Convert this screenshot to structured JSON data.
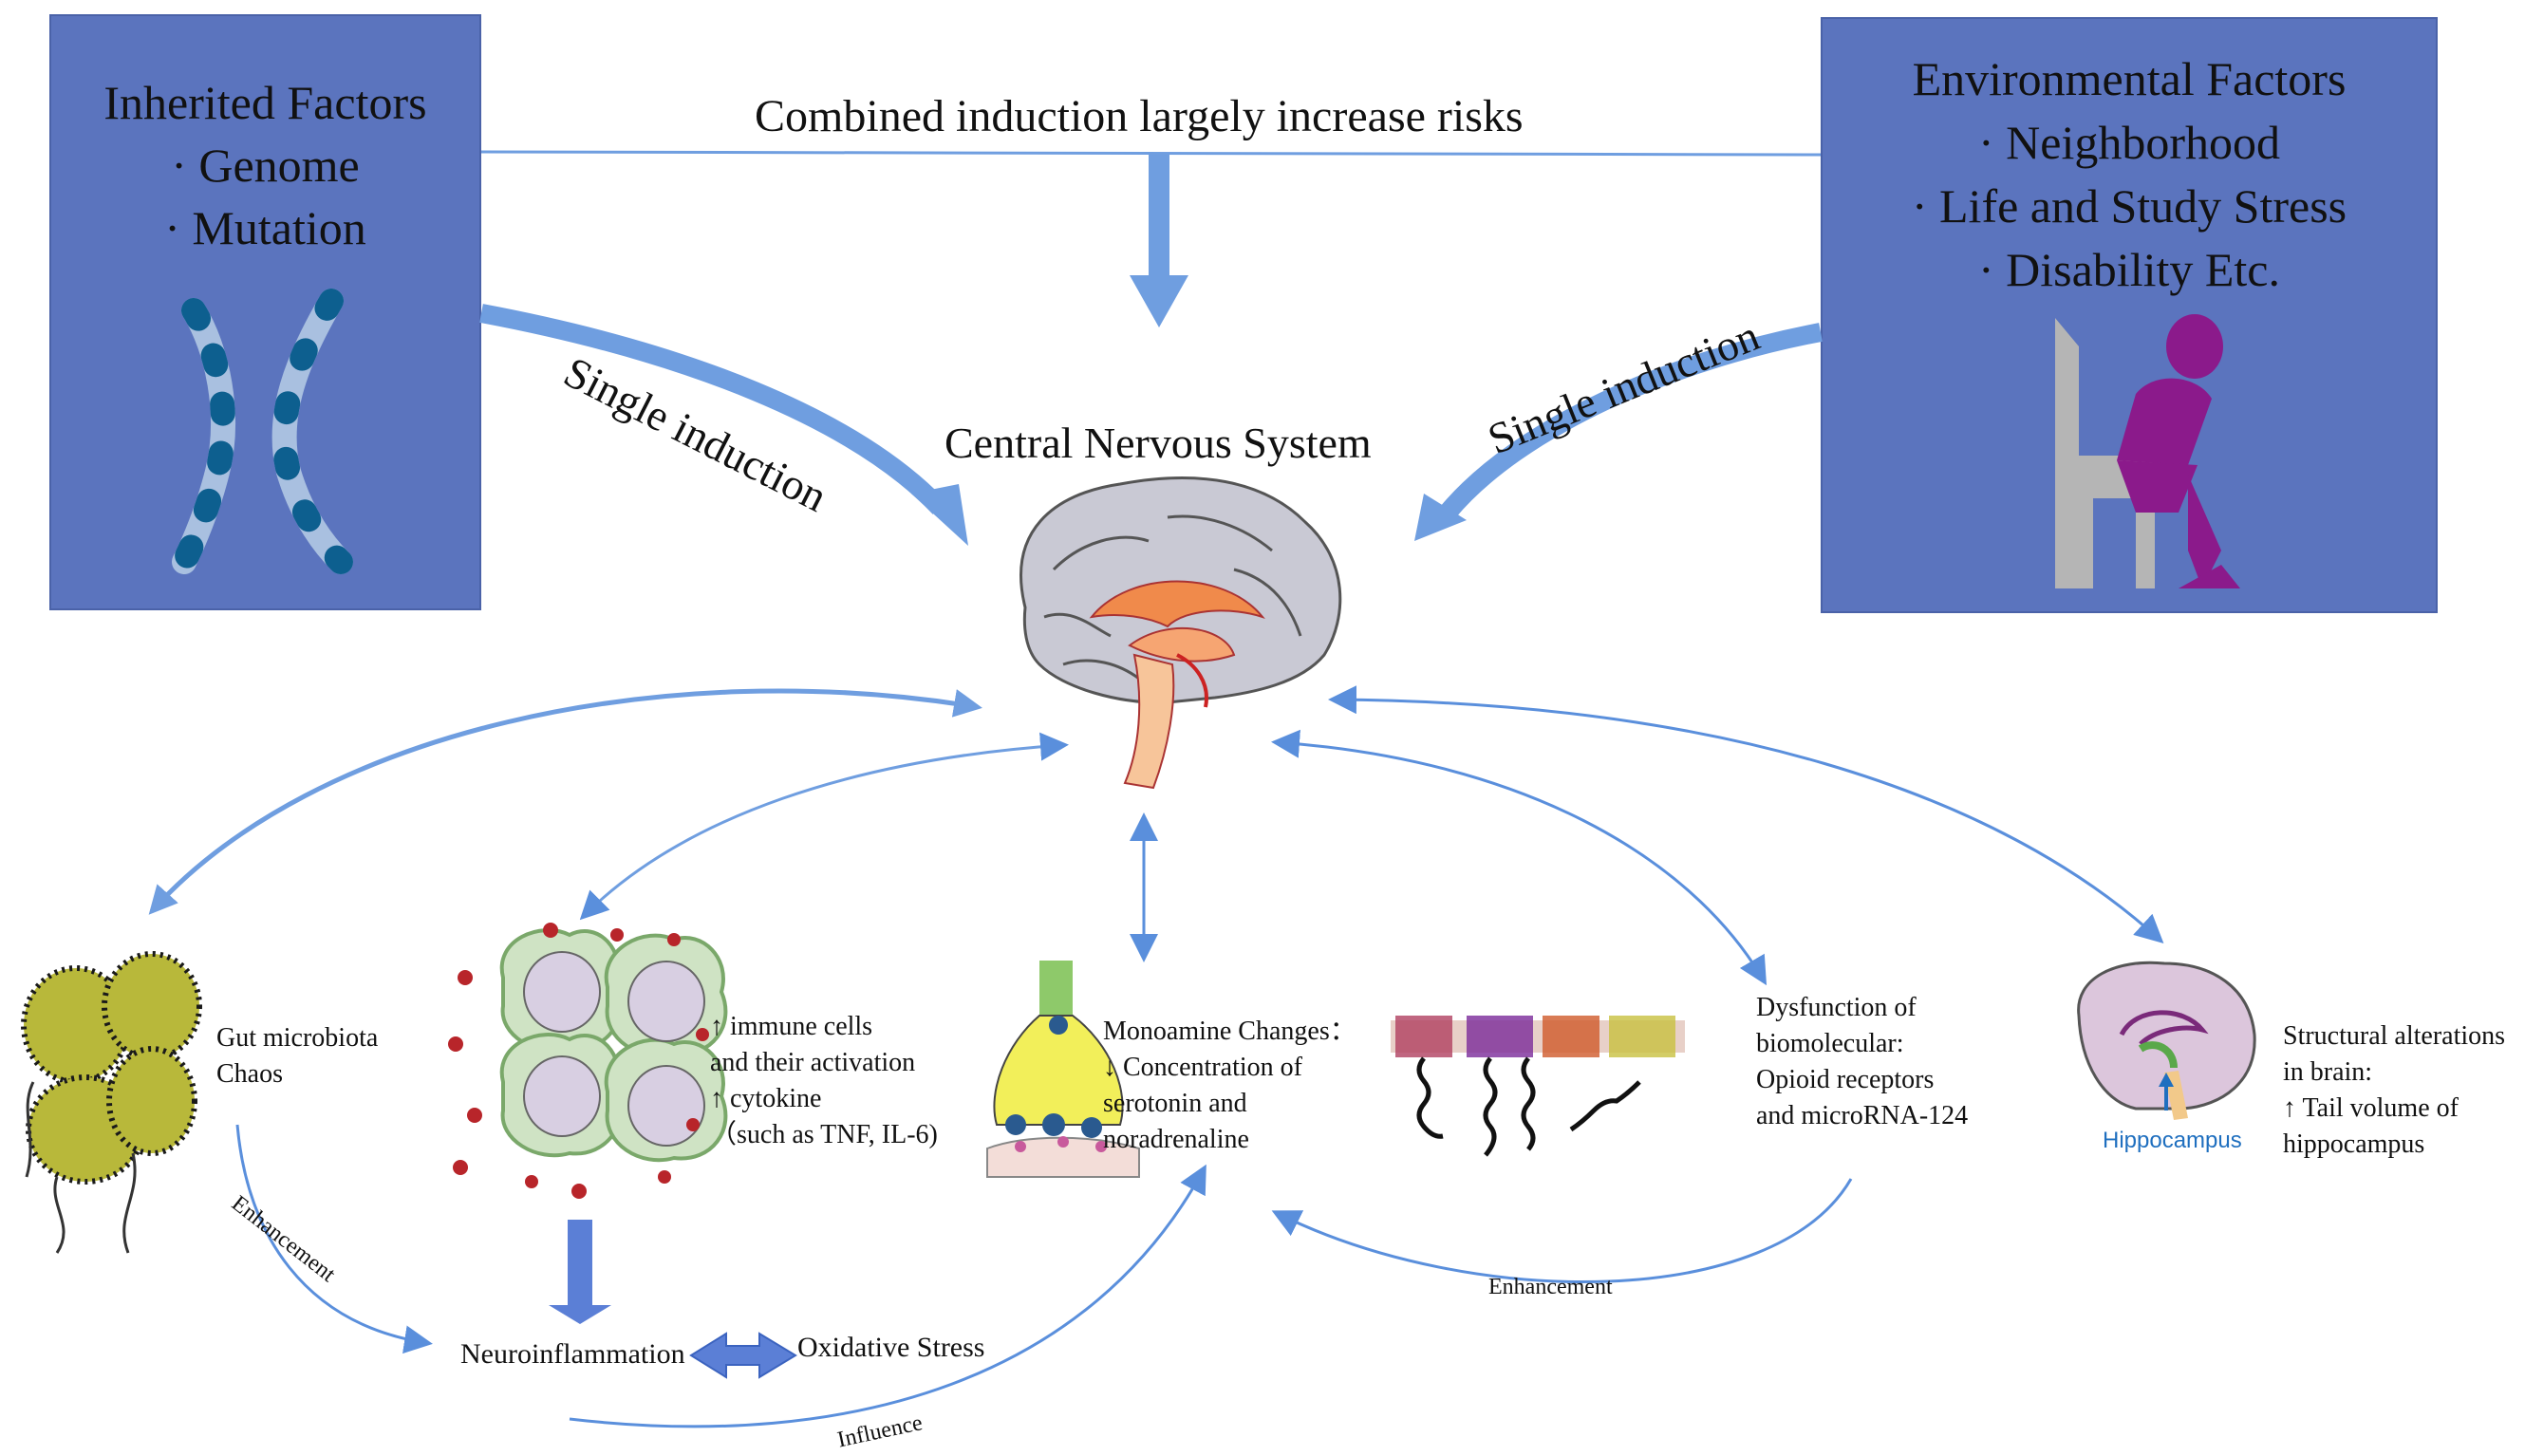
{
  "inherited": {
    "title": "Inherited Factors",
    "items": [
      "· Genome",
      "· Mutation"
    ]
  },
  "environmental": {
    "title": "Environmental Factors",
    "items": [
      "· Neighborhood",
      "· Life and Study Stress",
      "· Disability Etc."
    ]
  },
  "combined_label": "Combined induction largely increase risks",
  "single_left": "Single induction",
  "single_right": "Single induction",
  "cns_label": "Central Nervous System",
  "gut": {
    "line1": "Gut  microbiota",
    "line2": "Chaos"
  },
  "immune": {
    "line1": "↑  immune cells",
    "line2": " and their activation",
    "line3": "↑ cytokine",
    "line4": "（such as TNF, IL-6)"
  },
  "monoamine": {
    "line1": "Monoamine Changes：",
    "line2": "↓ Concentration of",
    "line3": "serotonin and",
    "line4": "noradrenaline"
  },
  "biomolecular": {
    "line1": "Dysfunction of",
    "line2": "biomolecular:",
    "line3": "Opioid receptors",
    "line4": "and microRNA-124"
  },
  "structural": {
    "line1": "Structural alterations",
    "line2": " in brain:",
    "line3": "↑ Tail volume of",
    "line4": "hippocampus"
  },
  "hippocampus_label": "Hippocampus",
  "neuroinflammation": "Neuroinflammation",
  "oxidative": "Oxidative Stress",
  "enhancement_left": "Enhancement",
  "enhancement_right": "Enhancement",
  "influence": "Influence",
  "colors": {
    "box_fill": "#5b74be",
    "arrow": "#6f9ee0",
    "thin_arrow": "#5a8fdc",
    "brain_gray": "#c9c9d4",
    "brain_core": "#f08a4b",
    "purple": "#8b1a8b",
    "microbe": "#b8b83a",
    "cell_green": "#cfe3c4"
  }
}
